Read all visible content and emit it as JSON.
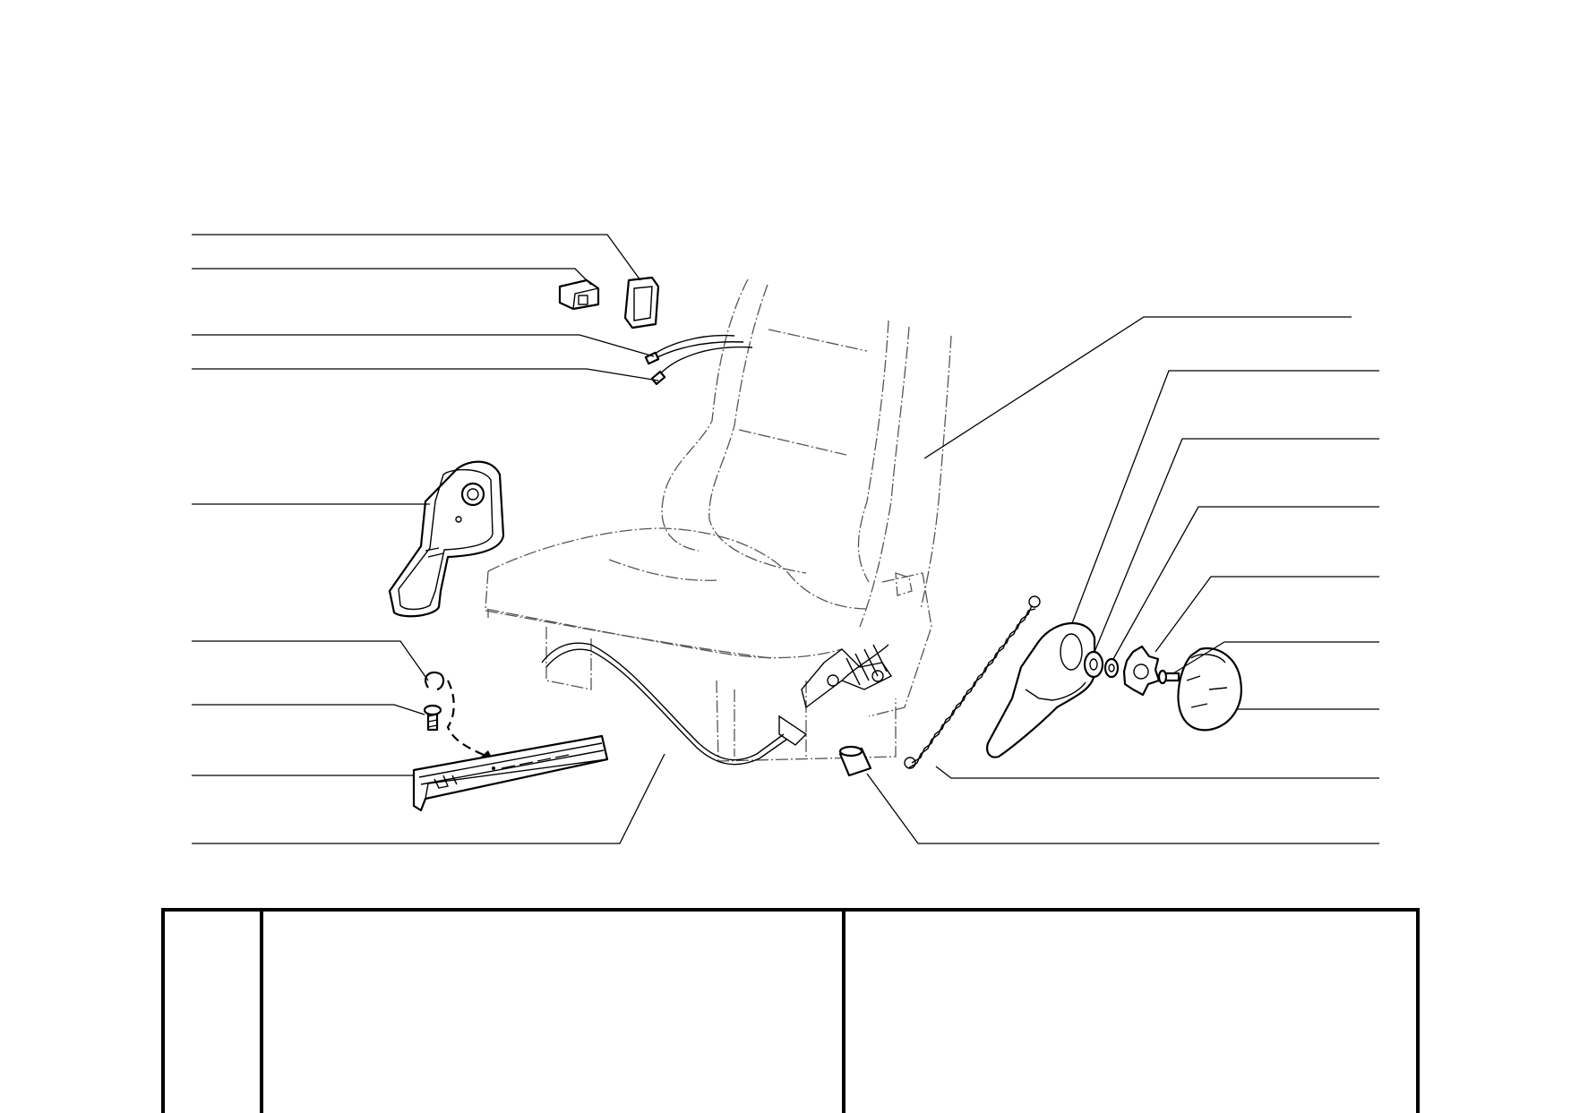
{
  "diagram": {
    "kind": "exploded-parts-view",
    "subject": "seat-assembly",
    "callout_count": 15,
    "line_color": "#000000",
    "ghost_line_color": "#555555"
  },
  "title_block": {
    "columns": 3,
    "text": []
  }
}
